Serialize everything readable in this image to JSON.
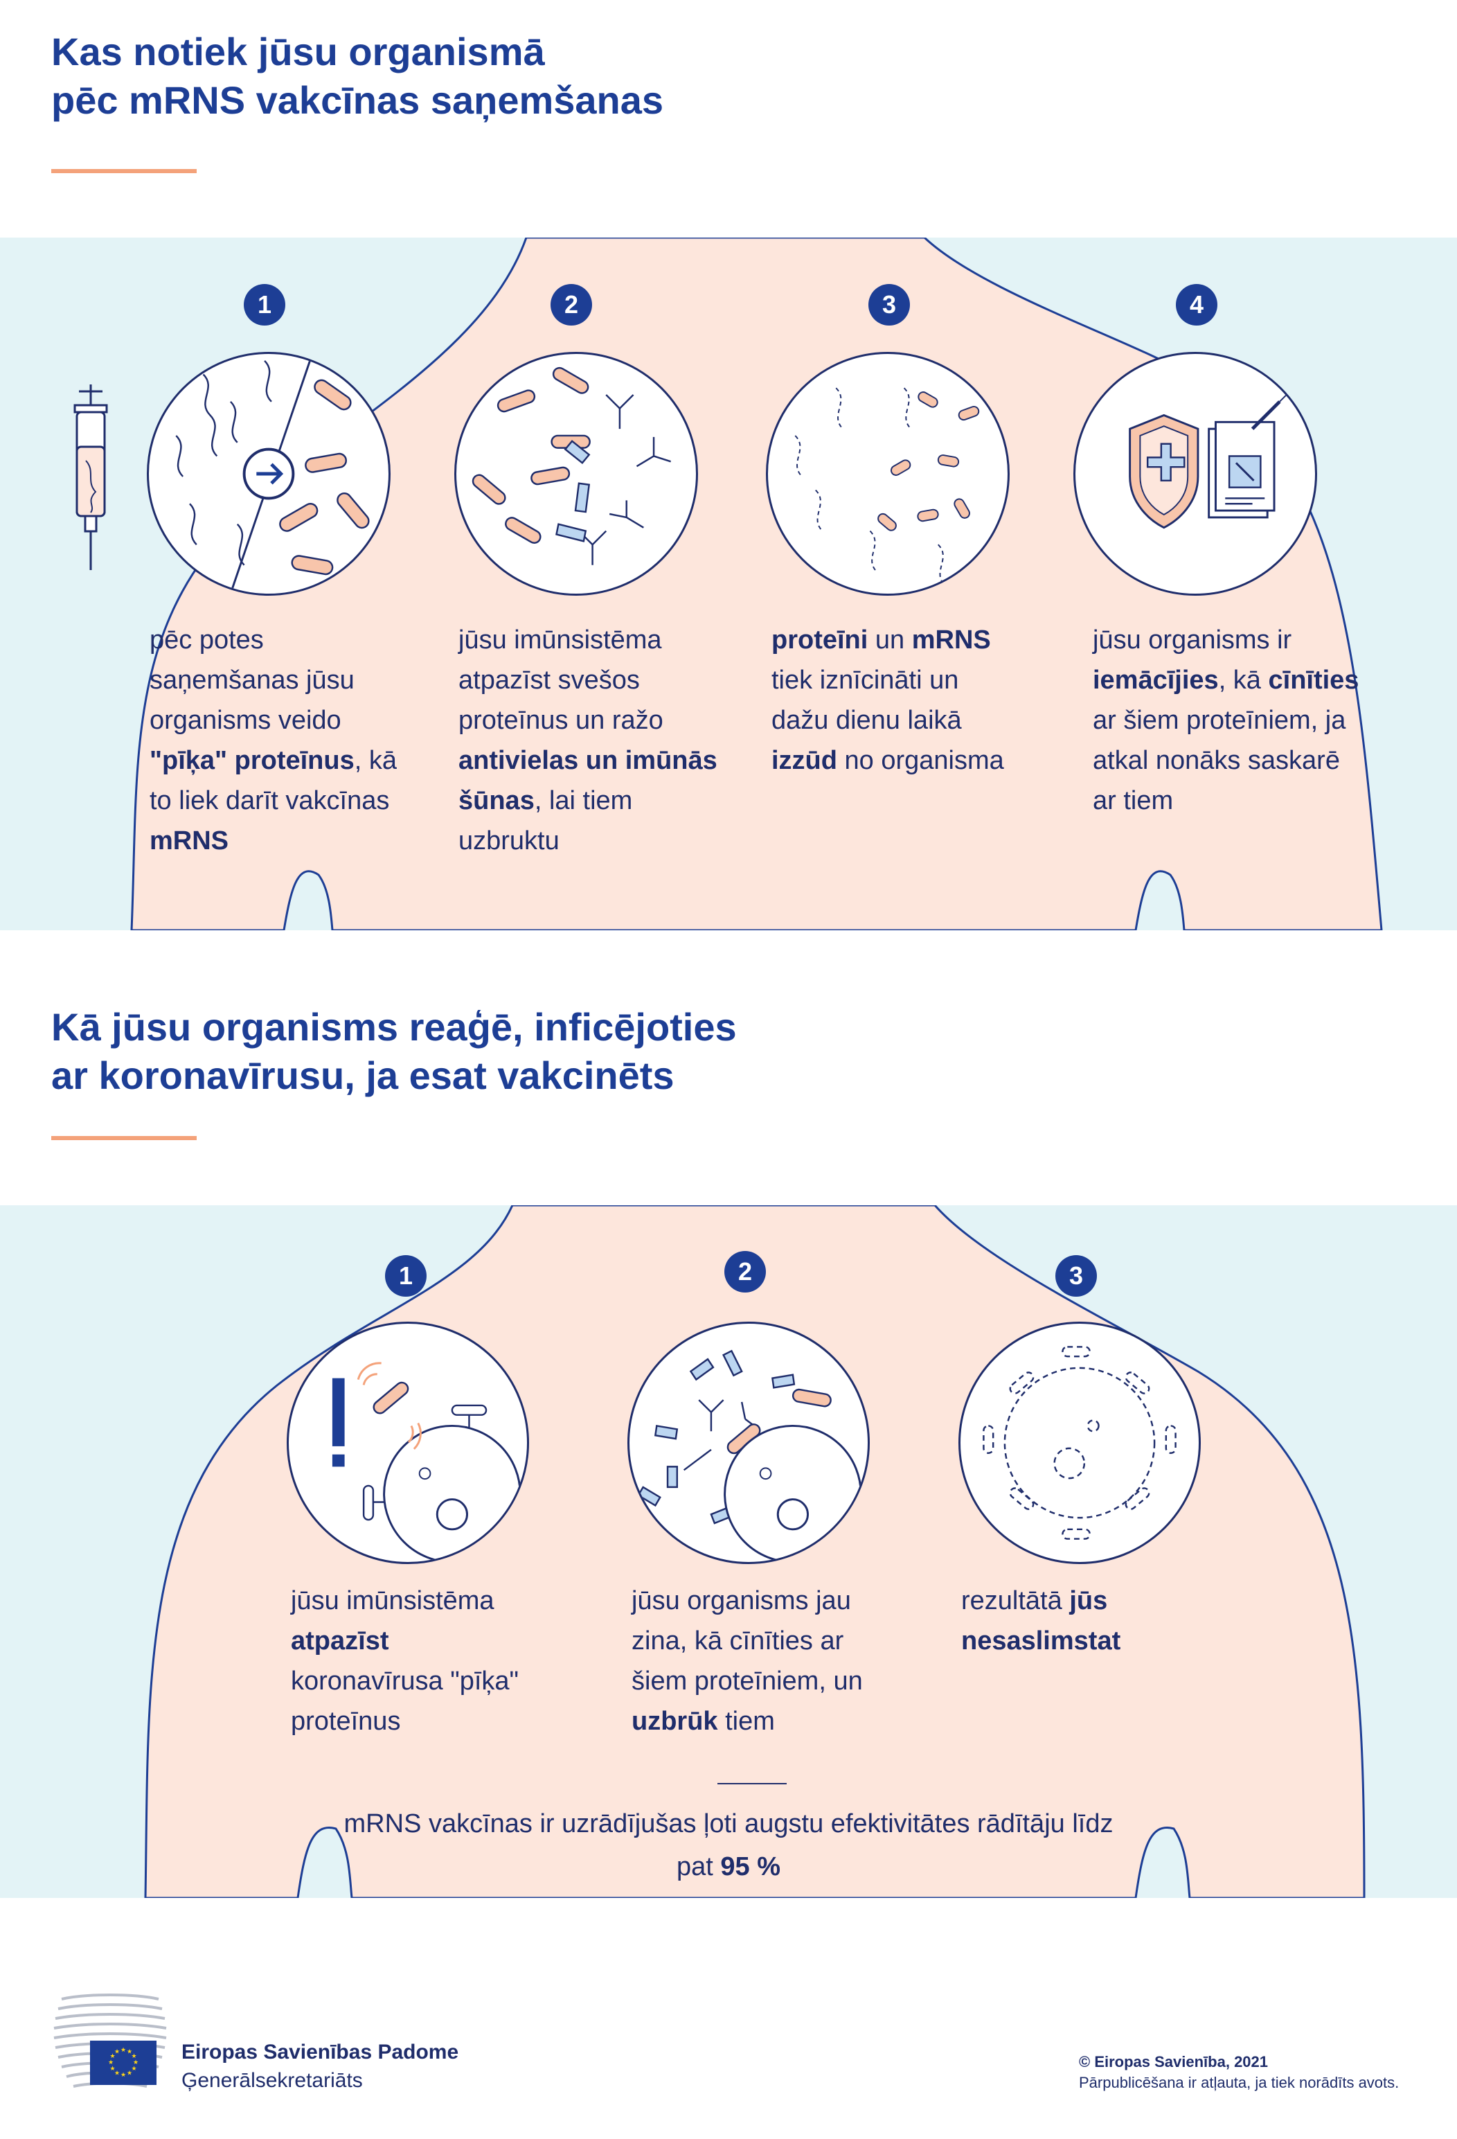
{
  "section1": {
    "title_line1": "Kas notiek jūsu organismā",
    "title_line2": "pēc mRNS vakcīnas saņemšanas",
    "steps": [
      {
        "number": "1",
        "lines": [
          [
            "pēc potes"
          ],
          [
            "saņemšanas jūsu"
          ],
          [
            "organisms veido"
          ],
          [
            "",
            "\"pīķa\" proteīnus",
            ", kā"
          ],
          [
            "to liek darīt vakcīnas"
          ],
          [
            "",
            "mRNS",
            ""
          ]
        ]
      },
      {
        "number": "2",
        "lines": [
          [
            "jūsu imūnsistēma"
          ],
          [
            "atpazīst svešos"
          ],
          [
            "proteīnus un ražo"
          ],
          [
            "",
            "antivielas un imūnās",
            ""
          ],
          [
            "",
            "šūnas",
            ", lai tiem"
          ],
          [
            "uzbruktu"
          ]
        ]
      },
      {
        "number": "3",
        "lines": [
          [
            "",
            "proteīni",
            " un ",
            "mRNS",
            ""
          ],
          [
            "tiek iznīcināti un"
          ],
          [
            "dažu dienu laikā"
          ],
          [
            "",
            "izzūd",
            " no organisma"
          ]
        ]
      },
      {
        "number": "4",
        "lines": [
          [
            "jūsu organisms ir"
          ],
          [
            "",
            "iemācījies",
            ", kā ",
            "cīnīties",
            ""
          ],
          [
            "ar šiem proteīniem, ja"
          ],
          [
            "atkal nonāks saskarē"
          ],
          [
            "ar tiem"
          ]
        ]
      }
    ]
  },
  "section2": {
    "title_line1": "Kā jūsu organisms reaģē, inficējoties",
    "title_line2": "ar koronavīrusu, ja esat vakcinēts",
    "steps": [
      {
        "number": "1",
        "lines": [
          [
            "jūsu imūnsistēma"
          ],
          [
            "",
            "atpazīst",
            ""
          ],
          [
            "koronavīrusa \"pīķa\""
          ],
          [
            "proteīnus"
          ]
        ]
      },
      {
        "number": "2",
        "lines": [
          [
            "jūsu organisms jau"
          ],
          [
            "zina, kā cīnīties ar"
          ],
          [
            "šiem proteīniem, un"
          ],
          [
            "",
            "uzbrūk",
            " tiem"
          ]
        ]
      },
      {
        "number": "3",
        "lines": [
          [
            "rezultātā ",
            "jūs",
            ""
          ],
          [
            "",
            "nesaslimstat",
            ""
          ]
        ]
      }
    ],
    "efficacy_line1": "mRNS vakcīnas ir uzrādījušas ļoti augstu efektivitātes rādītāju līdz",
    "efficacy_line2_prefix": "pat ",
    "efficacy_value": "95 %"
  },
  "footer": {
    "org_name": "Eiropas Savienības Padome",
    "org_sub": "Ģenerālsekretariāts",
    "copyright": "© Eiropas Savienība, 2021",
    "reuse": "Pārpublicēšana ir atļauta, ja tiek norādīts avots."
  },
  "colors": {
    "navy": "#1d3e95",
    "dark": "#1f2d6b",
    "peach": "#fde6dc",
    "light_blue": "#e3f3f6",
    "orange": "#f4a27a"
  },
  "icons": [
    "syringe-icon",
    "arrow-right-icon",
    "shield-cross-icon",
    "document-syringe-icon",
    "exclamation-icon",
    "eu-flag-icon",
    "council-building-icon"
  ]
}
